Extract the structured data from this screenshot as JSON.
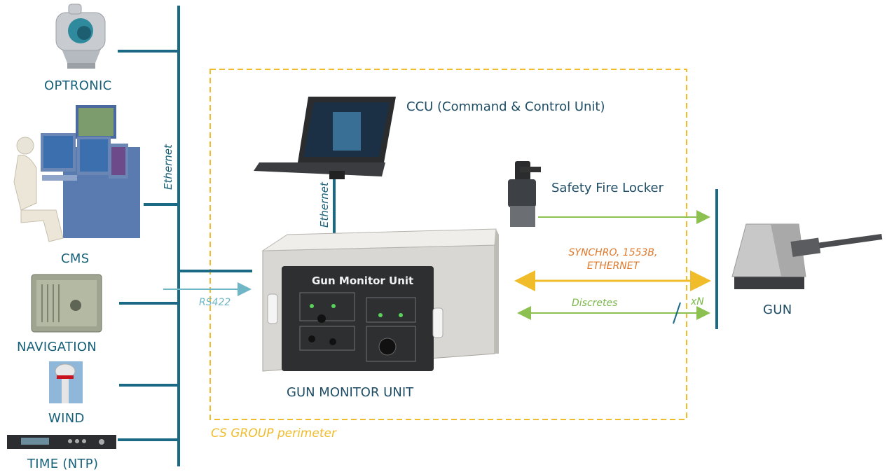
{
  "sources": {
    "optronic": "OPTRONIC",
    "cms": "CMS",
    "navigation": "NAVIGATION",
    "wind": "WIND",
    "time": "TIME (NTP)"
  },
  "bus_label": "Ethernet",
  "ccu_label": "CCU (Command & Control Unit)",
  "ccu_link_label": "Ethernet",
  "safety_label": "Safety Fire Locker",
  "gmu_label": "GUN MONITOR UNIT",
  "gmu_panel_title": "Gun Monitor Unit",
  "rs422_label": "RS422",
  "synchro_label_1": "SYNCHRO, 1553B,",
  "synchro_label_2": "ETHERNET",
  "discretes_label": "Discretes",
  "xn_label": "xN",
  "gun_label": "GUN",
  "perimeter_label": "CS GROUP perimeter",
  "colors": {
    "bus": "#1b6a85",
    "perimeter": "#f0bc2a",
    "green_link": "#8cc152",
    "yellow_link": "#f0bc2a",
    "rs422": "#6fb6c6"
  }
}
